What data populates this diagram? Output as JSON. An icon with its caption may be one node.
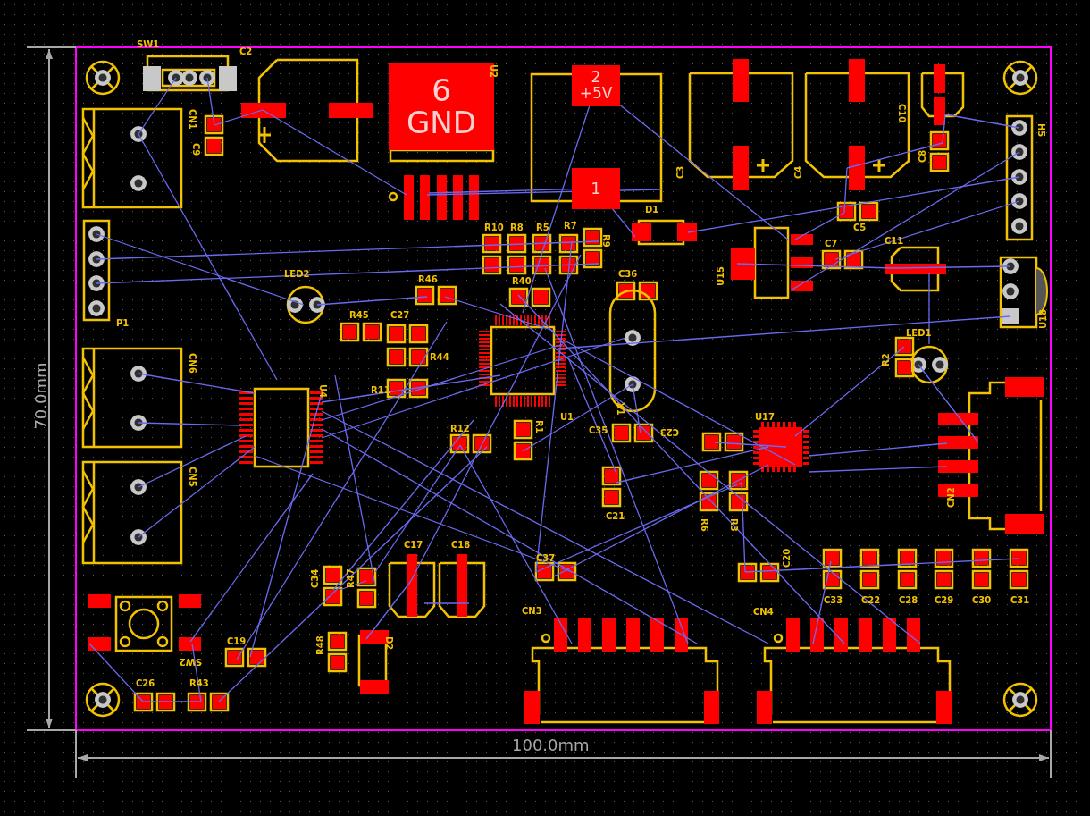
{
  "diagram": {
    "nodes": [
      {
        "text": [
          "6",
          "GND"
        ]
      },
      {
        "text": [
          "2",
          "+5V"
        ]
      },
      {
        "text": [
          "1"
        ]
      }
    ],
    "edges": [
      {
        "from": 1,
        "to": null,
        "arrow": "none"
      },
      {
        "from": 1,
        "to": null,
        "arrow": "none"
      },
      {
        "from": 2,
        "to": null,
        "arrow": "none"
      },
      {
        "from": 2,
        "to": null,
        "arrow": "none"
      }
    ],
    "labels": [
      "SW1",
      "C2",
      "U2",
      "CN1",
      "C10",
      "H5",
      "C9",
      "C8",
      "C3",
      "C4",
      "D1",
      "R10",
      "R8",
      "R5",
      "R7",
      "R9",
      "C5",
      "C7",
      "C11",
      "LED2",
      "R46",
      "R40",
      "C36",
      "U15",
      "U18",
      "R45",
      "C27",
      "P1",
      "LED1",
      "R44",
      "R2",
      "R11",
      "CN6",
      "U4",
      "X1",
      "U1",
      "C35",
      "C23",
      "U17",
      "R12",
      "R1",
      "CN5",
      "C21",
      "R6",
      "R3",
      "CN2",
      "C37",
      "C17",
      "C18",
      "C20",
      "C34",
      "R47",
      "C33",
      "C22",
      "C28",
      "C29",
      "C30",
      "C31",
      "CN3",
      "CN4",
      "D2",
      "R48",
      "C19",
      "SW2",
      "C26",
      "R43",
      "70.0mm",
      "100.0mm"
    ]
  }
}
